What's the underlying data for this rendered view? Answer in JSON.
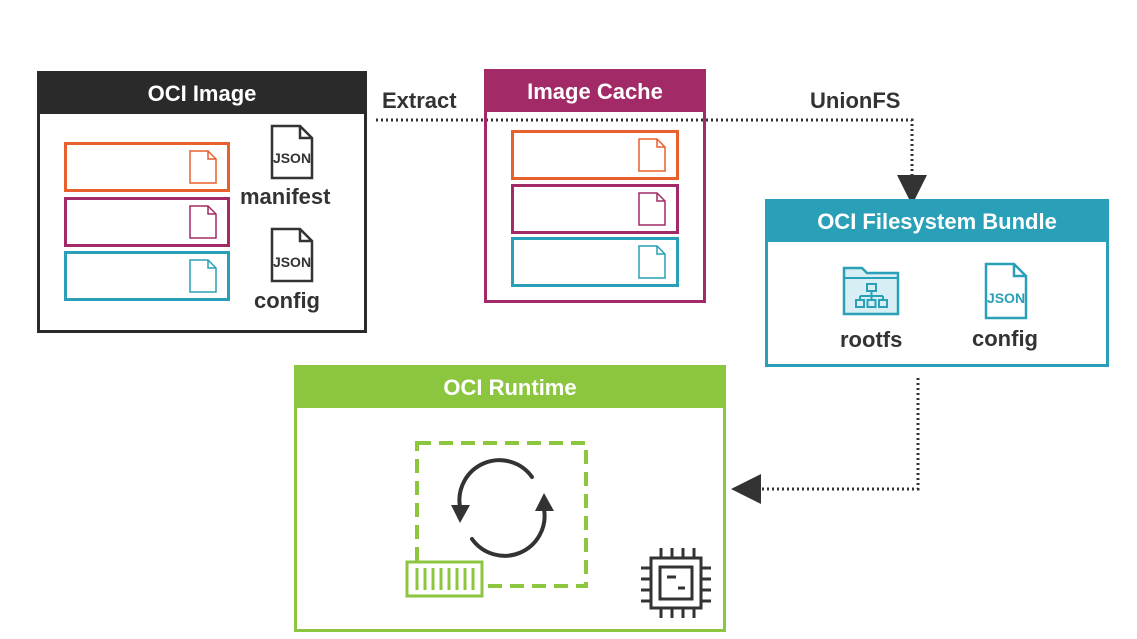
{
  "oci_image": {
    "title": "OCI Image",
    "files": [
      {
        "label": "manifest",
        "icon_text": "JSON"
      },
      {
        "label": "config",
        "icon_text": "JSON"
      }
    ]
  },
  "image_cache": {
    "title": "Image Cache"
  },
  "bundle": {
    "title": "OCI Filesystem Bundle",
    "items": [
      {
        "label": "rootfs",
        "icon": "folder-tree-icon"
      },
      {
        "label": "config",
        "icon": "json-file-icon",
        "icon_text": "JSON"
      }
    ]
  },
  "runtime": {
    "title": "OCI Runtime"
  },
  "arrows": {
    "extract": "Extract",
    "unionfs": "UnionFS"
  },
  "colors": {
    "black": "#2a2a2a",
    "orange": "#e8602c",
    "magenta": "#a22a66",
    "teal": "#2aa0b8",
    "green": "#8cc63f",
    "dark": "#333333"
  }
}
